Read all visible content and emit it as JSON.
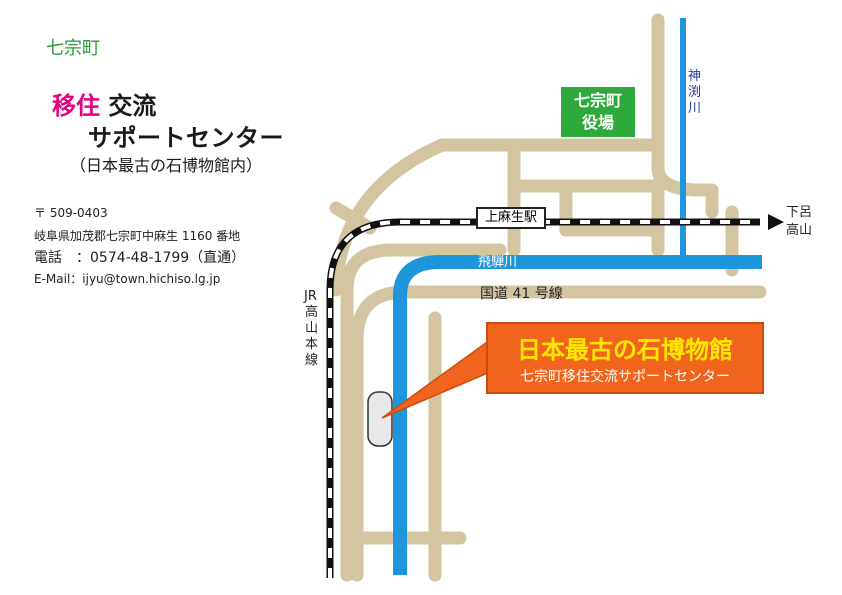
{
  "town_name": "七宗町",
  "center": {
    "line1_pink": "移住",
    "line1_black": " 交流",
    "line2": "サポートセンター",
    "line3": "（日本最古の石博物館内）"
  },
  "contact": {
    "postal": "〒 509-0403",
    "address": "岐阜県加茂郡七宗町中麻生 1160 番地",
    "phone": "電話　：0574-48-1799（直通）",
    "email": "E-Mail：ijyu@town.hichiso.lg.jp"
  },
  "map": {
    "town_office": [
      "七宗町",
      "役場"
    ],
    "station": "上麻生駅",
    "destination": [
      "下呂",
      "高山"
    ],
    "railway_line": [
      "JR",
      "高",
      "山",
      "本",
      "線"
    ],
    "hida_river": "飛騨川",
    "kanbuchi_river": [
      "神",
      "渕",
      "川"
    ],
    "route": "国道 41 号線",
    "colors": {
      "road": "#d2c5a0",
      "river": "#1e96dc",
      "rail": "#111111",
      "callout": "#f0641e",
      "office": "#2eaa3c"
    }
  },
  "callout": {
    "title": "日本最古の石博物館",
    "subtitle": "七宗町移住交流サポートセンター"
  }
}
